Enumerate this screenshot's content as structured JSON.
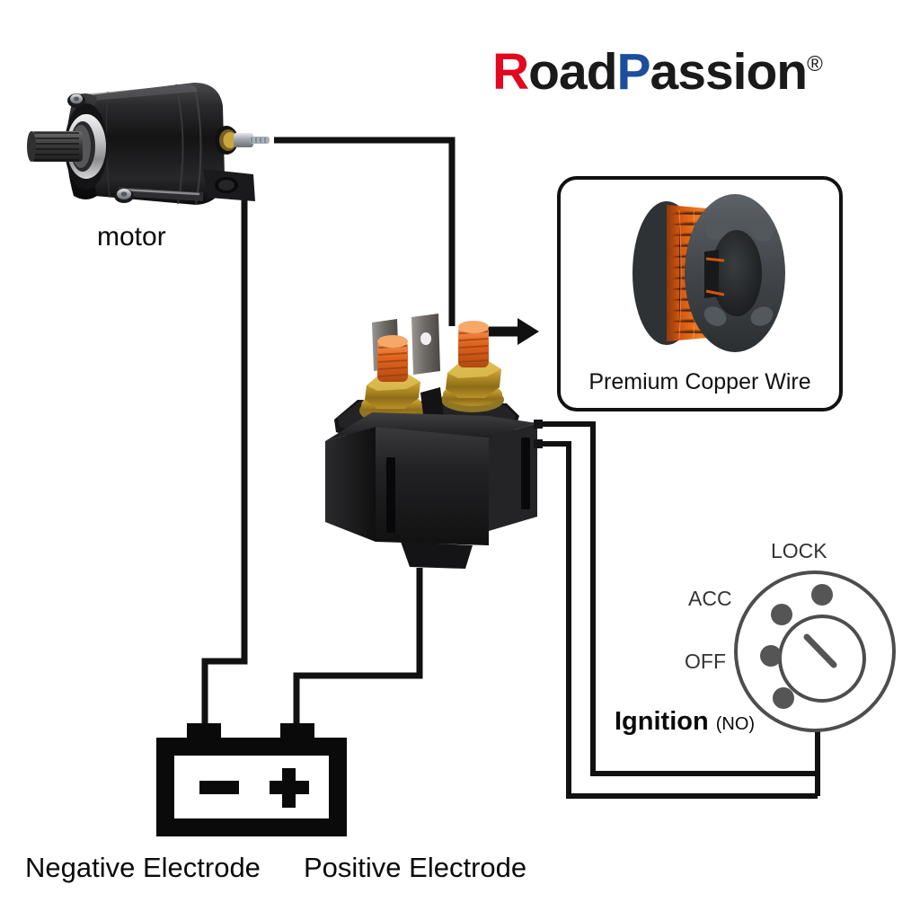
{
  "brand": {
    "part1": "R",
    "part2": "oad",
    "part3": "P",
    "part4": "assion",
    "registered": "®",
    "colors": {
      "red": "#e1081f",
      "blue": "#1b4f9c",
      "black": "#1a1a1a"
    }
  },
  "labels": {
    "motor": "motor",
    "negative_electrode": "Negative Electrode",
    "positive_electrode": "Positive Electrode",
    "ignition": "Ignition",
    "ignition_note": "(NO)",
    "battery_minus": "−",
    "battery_plus": "+"
  },
  "callout": {
    "title": "Premium Copper Wire",
    "icon": "copper-wire-spool"
  },
  "ignition_switch": {
    "positions": [
      "LOCK",
      "ACC",
      "OFF"
    ],
    "dot_count": 4,
    "keyslot": "key-slot-line"
  },
  "components": {
    "motor": "starter-motor",
    "relay": "starter-relay-solenoid",
    "battery": "battery"
  },
  "arrow": {
    "direction": "right",
    "name": "callout-arrow"
  },
  "colors": {
    "wire": "#111111",
    "body_black": "#1c1c1c",
    "brass": "#c69a28",
    "copper": "#d4560f",
    "spool_gray": "#4a4e52"
  }
}
